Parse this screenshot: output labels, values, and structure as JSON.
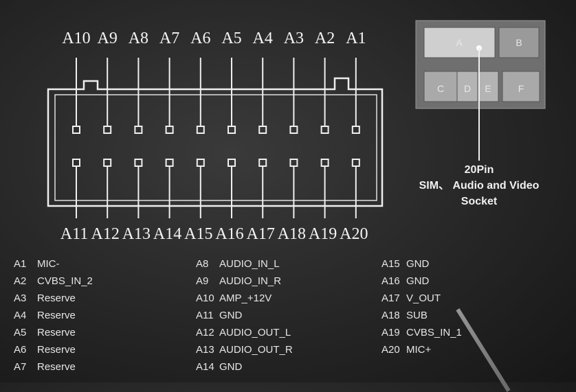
{
  "top_pins": [
    "A10",
    "A9",
    "A8",
    "A7",
    "A6",
    "A5",
    "A4",
    "A3",
    "A2",
    "A1"
  ],
  "bottom_pins": [
    "A11",
    "A12",
    "A13",
    "A14",
    "A15",
    "A16",
    "A17",
    "A18",
    "A19",
    "A20"
  ],
  "socket": {
    "cells": [
      "A",
      "B",
      "C",
      "D",
      "E",
      "F"
    ],
    "caption": [
      "20Pin",
      "SIM、 Audio and Video",
      "Socket"
    ]
  },
  "legend": {
    "col1": [
      {
        "pin": "A1",
        "signal": "MIC-"
      },
      {
        "pin": "A2",
        "signal": "CVBS_IN_2"
      },
      {
        "pin": "A3",
        "signal": "Reserve"
      },
      {
        "pin": "A4",
        "signal": "Reserve"
      },
      {
        "pin": "A5",
        "signal": "Reserve"
      },
      {
        "pin": "A6",
        "signal": "Reserve"
      },
      {
        "pin": "A7",
        "signal": "Reserve"
      }
    ],
    "col2": [
      {
        "pin": "A8",
        "signal": "AUDIO_IN_L"
      },
      {
        "pin": "A9",
        "signal": "AUDIO_IN_R"
      },
      {
        "pin": "A10",
        "signal": "AMP_+12V"
      },
      {
        "pin": "A11",
        "signal": "GND"
      },
      {
        "pin": "A12",
        "signal": "AUDIO_OUT_L"
      },
      {
        "pin": "A13",
        "signal": "AUDIO_OUT_R"
      },
      {
        "pin": "A14",
        "signal": "GND"
      }
    ],
    "col3": [
      {
        "pin": "A15",
        "signal": "GND"
      },
      {
        "pin": "A16",
        "signal": "GND"
      },
      {
        "pin": "A17",
        "signal": "V_OUT"
      },
      {
        "pin": "A18",
        "signal": "SUB"
      },
      {
        "pin": "A19",
        "signal": "CVBS_IN_1"
      },
      {
        "pin": "A20",
        "signal": "MIC+"
      }
    ]
  }
}
